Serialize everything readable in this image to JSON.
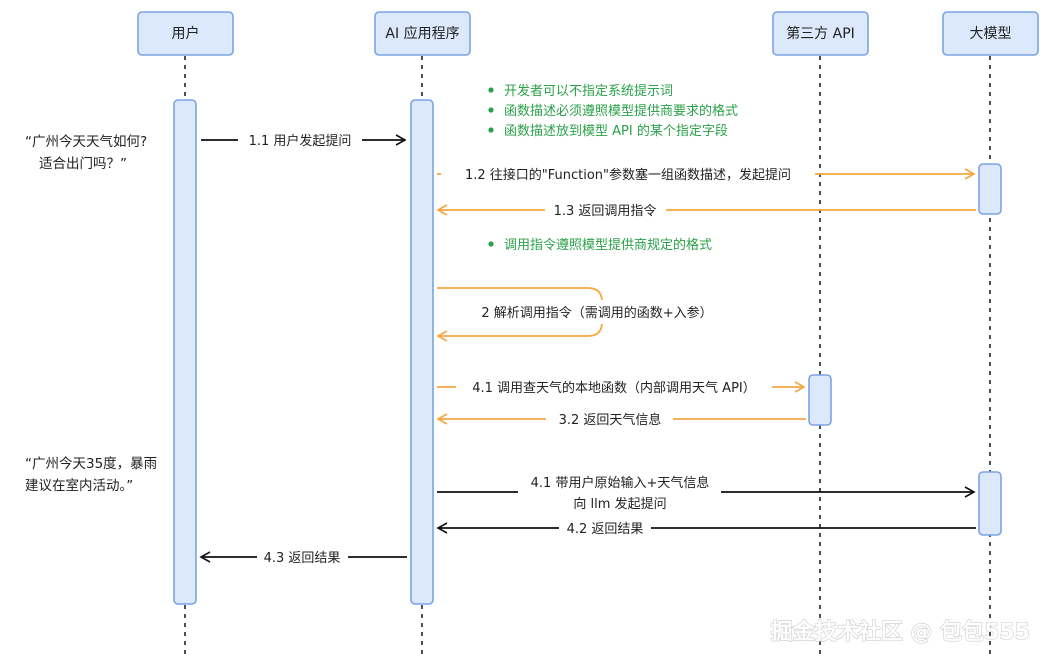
{
  "participants": {
    "user": "用户",
    "app": "AI 应用程序",
    "api": "第三方 API",
    "llm": "大模型"
  },
  "notes_top": [
    "开发者可以不指定系统提示词",
    "函数描述必须遵照模型提供商要求的格式",
    "函数描述放到模型 API 的某个指定字段"
  ],
  "note_mid": "调用指令遵照模型提供商规定的格式",
  "quote1": {
    "line1": "“广州今天天气如何?",
    "line2": "适合出门吗？”"
  },
  "quote2": {
    "line1": "“广州今天35度，暴雨",
    "line2": "建议在室内活动。”"
  },
  "messages": {
    "m11": "1.1 用户发起提问",
    "m12": "1.2 往接口的\"Function\"参数塞一组函数描述，发起提问",
    "m13": "1.3 返回调用指令",
    "m2": "2 解析调用指令（需调用的函数+入参）",
    "m41a": "4.1 调用查天气的本地函数（内部调用天气 API）",
    "m32": "3.2 返回天气信息",
    "m41b_line1": "4.1 带用户原始输入+天气信息",
    "m41b_line2": "向 llm 发起提问",
    "m42": "4.2 返回结果",
    "m43": "4.3 返回结果"
  },
  "watermark": "掘金技术社区 @ 包包555",
  "colors": {
    "box_fill": "#dce8fb",
    "box_stroke": "#7ba3e6",
    "black_arrow": "#111111",
    "orange_arrow": "#f4a742",
    "note_green": "#2aa14a"
  }
}
